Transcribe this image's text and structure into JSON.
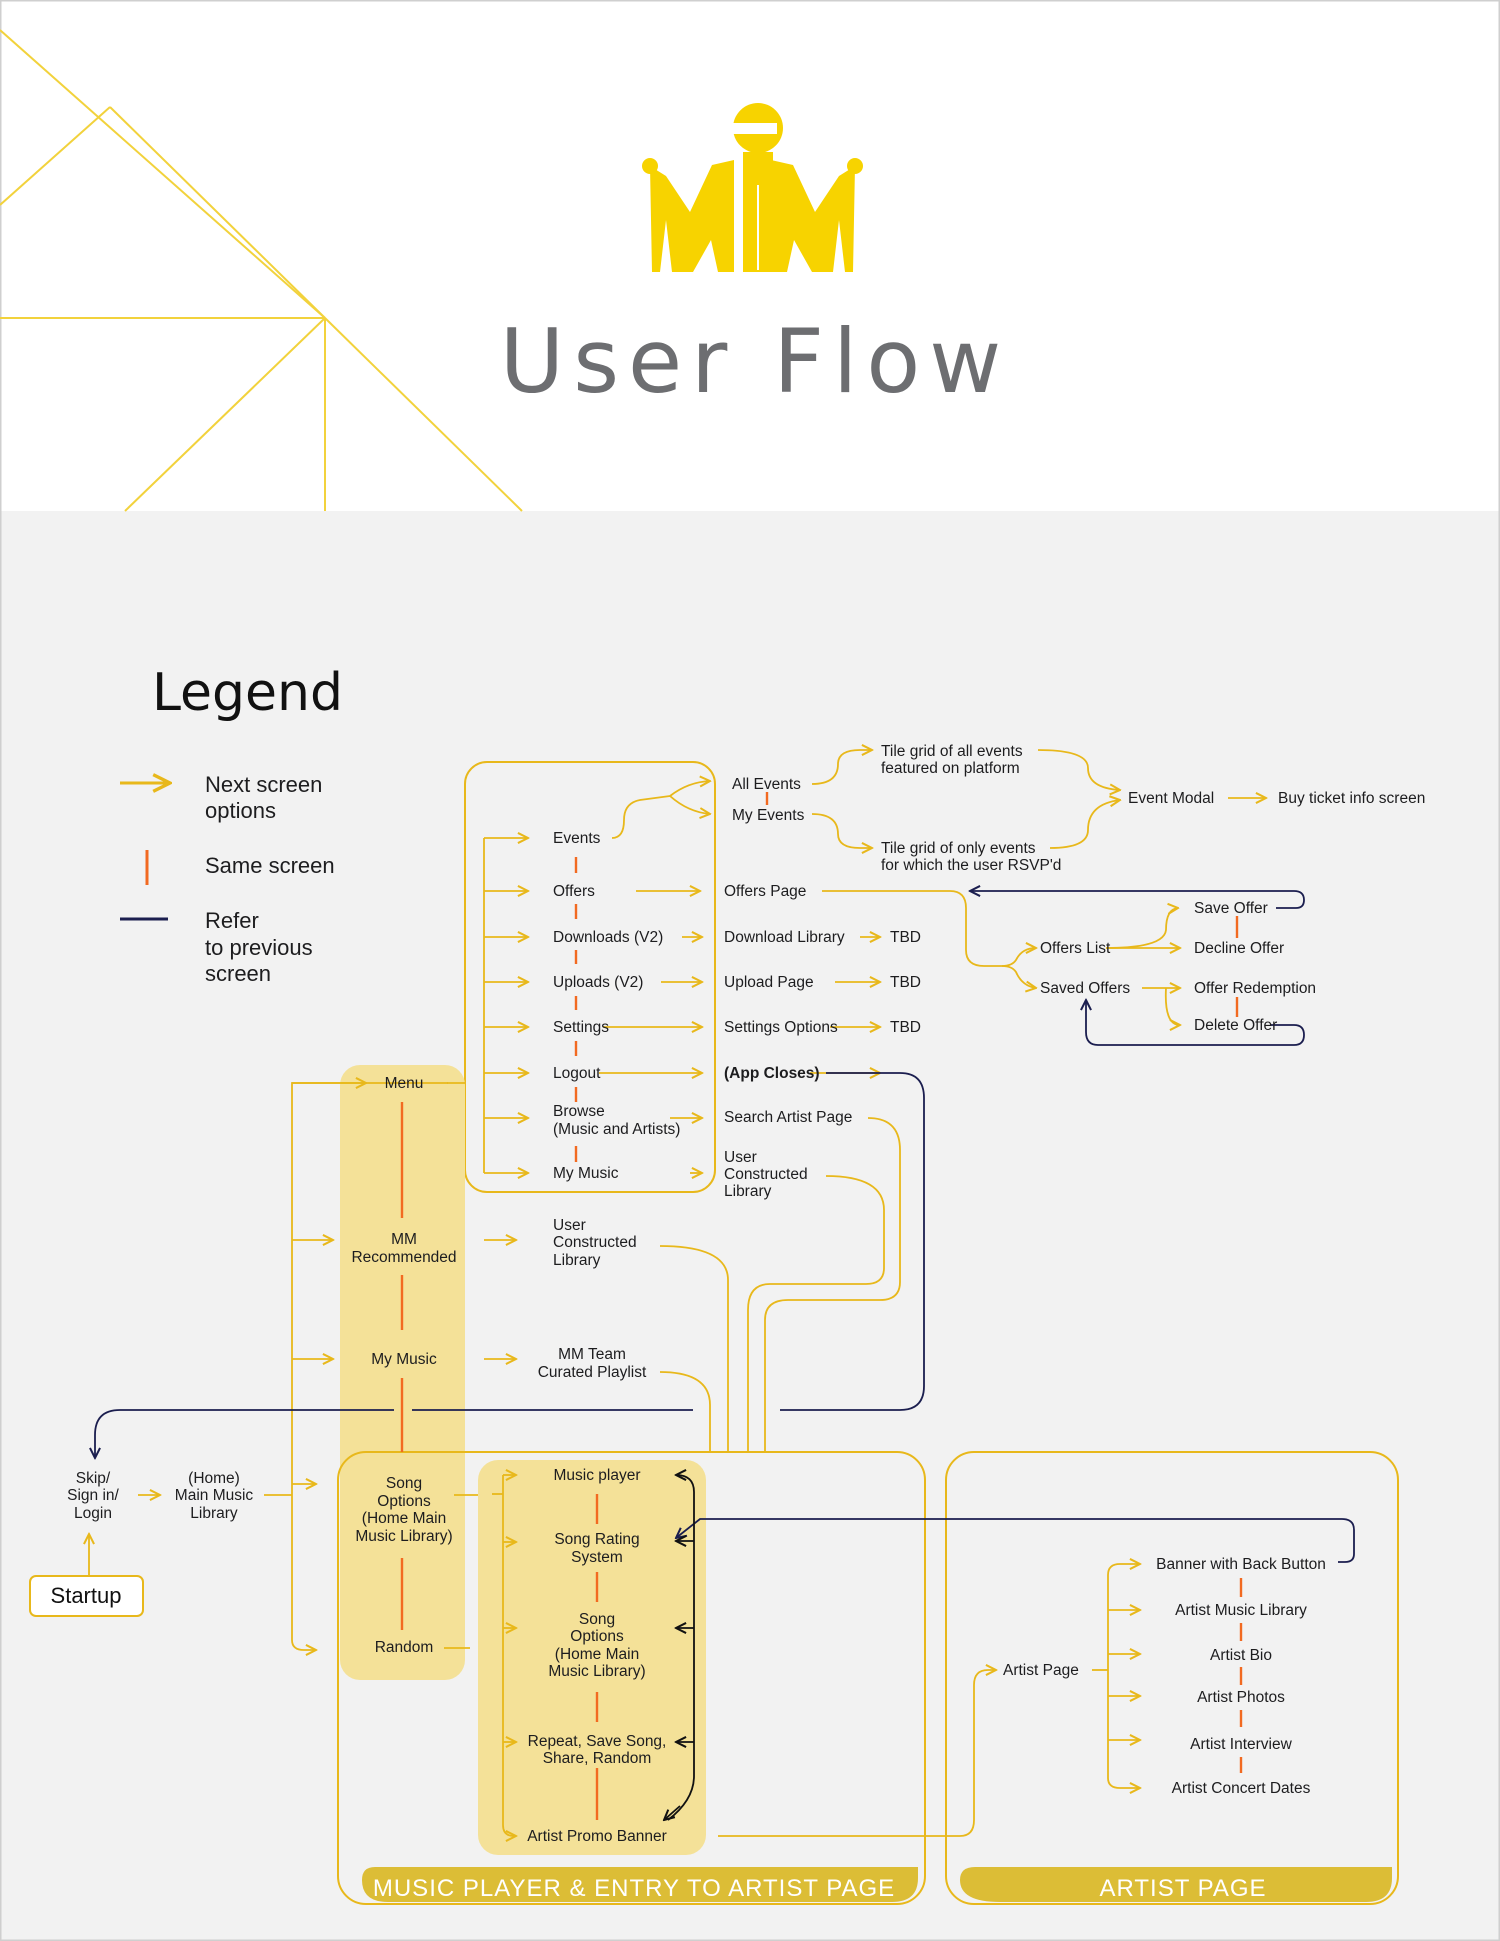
{
  "header": {
    "title": "User Flow"
  },
  "legend": {
    "heading": "Legend",
    "next": [
      "Next screen",
      "options"
    ],
    "same": "Same screen",
    "refer": [
      "Refer",
      "to previous",
      "screen"
    ]
  },
  "colors": {
    "yellow": "#e8b81b",
    "orange": "#f26a21",
    "navy": "#1b1e4f",
    "highlight": "#f4e198",
    "band": "#dcbd36",
    "panel": "#f2f2f2"
  },
  "menu": {
    "events": "Events",
    "offers": "Offers",
    "downloads": "Downloads (V2)",
    "uploads": "Uploads  (V2)",
    "settings": "Settings",
    "logout": "Logout",
    "browse": [
      "Browse",
      "(Music and Artists)"
    ],
    "my_music": "My Music"
  },
  "targets": {
    "all_events": "All Events",
    "my_events": "My Events",
    "tile_all": [
      "Tile grid of all events",
      "featured on platform"
    ],
    "tile_mine": [
      "Tile grid of only events",
      "for which the user RSVP'd"
    ],
    "event_modal": "Event Modal",
    "buy_ticket": "Buy ticket info screen",
    "offers_page": "Offers Page",
    "download_library": "Download Library",
    "upload_page": "Upload Page",
    "settings_options": "Settings Options",
    "tbd": "TBD",
    "app_closes": "(App Closes)",
    "search_artist": "Search Artist Page",
    "user_lib": [
      "User",
      "Constructed",
      "Library"
    ]
  },
  "offers": {
    "offers_list": "Offers List",
    "saved_offers": "Saved Offers",
    "save_offer": "Save Offer",
    "decline_offer": "Decline Offer",
    "offer_redemption": "Offer Redemption",
    "delete_offer": "Delete Offer"
  },
  "home": {
    "menu": "Menu",
    "mm_recommended": [
      "MM",
      "Recommended"
    ],
    "my_music": "My Music",
    "song_options": [
      "Song",
      "Options",
      "(Home Main",
      "Music Library)"
    ],
    "random": "Random",
    "user_lib": [
      "User",
      "Constructed",
      "Library"
    ],
    "mm_team": [
      "MM Team",
      "Curated Playlist"
    ],
    "skip": [
      "Skip/",
      "Sign in/",
      "Login"
    ],
    "home_lib": [
      "(Home)",
      "Main Music",
      "Library"
    ],
    "startup": "Startup"
  },
  "player": {
    "music_player": "Music player",
    "song_rating": [
      "Song Rating",
      "System"
    ],
    "song_options": [
      "Song",
      "Options",
      "(Home Main",
      "Music Library)"
    ],
    "repeat": [
      "Repeat, Save Song,",
      "Share, Random"
    ],
    "artist_promo": "Artist Promo Banner",
    "band_label": "MUSIC PLAYER & ENTRY TO ARTIST PAGE"
  },
  "artist": {
    "artist_page": "Artist Page",
    "banner": "Banner with Back Button",
    "music_library": "Artist Music Library",
    "bio": "Artist Bio",
    "photos": "Artist Photos",
    "interview": "Artist Interview",
    "concert": "Artist Concert Dates",
    "band_label": "ARTIST PAGE"
  }
}
